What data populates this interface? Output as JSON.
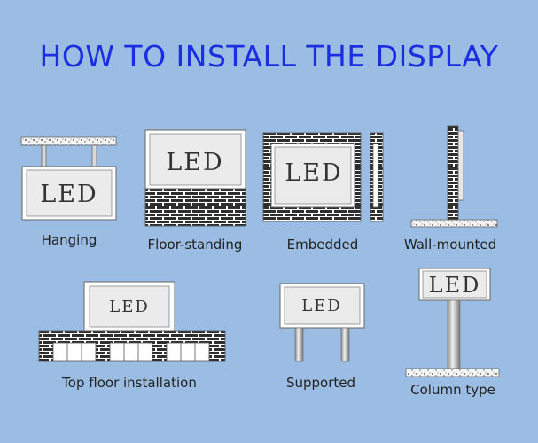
{
  "title": "HOW TO INSTALL THE DISPLAY",
  "screen_text": "LED",
  "methods": [
    {
      "id": "hanging",
      "label": "Hanging"
    },
    {
      "id": "floor-standing",
      "label": "Floor-standing"
    },
    {
      "id": "embedded",
      "label": "Embedded"
    },
    {
      "id": "wall-mounted",
      "label": "Wall-mounted"
    },
    {
      "id": "top-floor",
      "label": "Top floor installation"
    },
    {
      "id": "supported",
      "label": "Supported"
    },
    {
      "id": "column",
      "label": "Column type"
    }
  ],
  "colors": {
    "background": "#9bbde3",
    "title": "#1a2fe0",
    "panel": "#ffffff",
    "screen": "#ebebeb",
    "brick": "#333333"
  }
}
